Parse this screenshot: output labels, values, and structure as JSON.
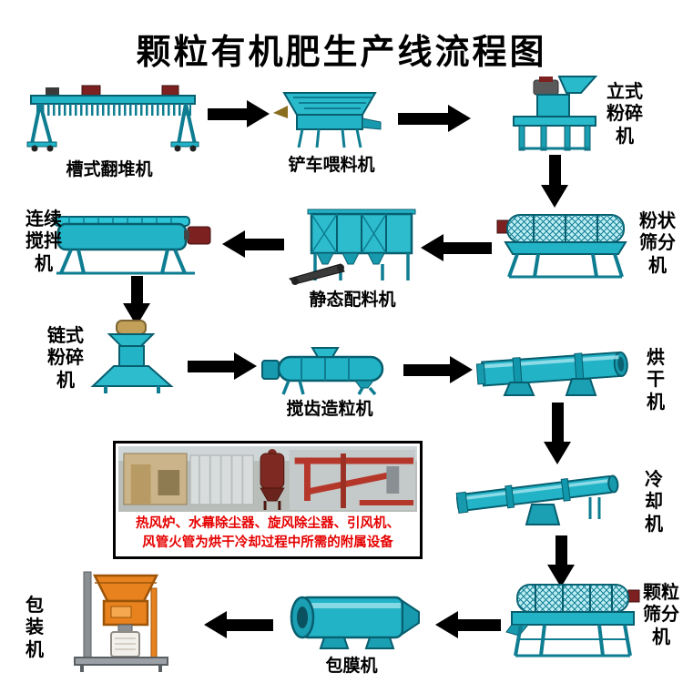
{
  "title": "颗粒有机肥生产线流程图",
  "labels": {
    "trough_turner": "槽式翻堆机",
    "loader_feeder": "铲车喂料机",
    "vertical_crusher": "立式粉碎机",
    "powder_screener": "粉状筛分机",
    "static_batcher": "静态配料机",
    "continuous_mixer": "连续搅拌机",
    "chain_crusher": "链式粉碎机",
    "tooth_granulator": "搅齿造粒机",
    "dryer": "烘干机",
    "cooler": "冷却机",
    "granule_screener": "颗粒筛分机",
    "coating_machine": "包膜机",
    "packing_machine": "包装机"
  },
  "note": {
    "line1": "热风炉、水幕除尘器、旋风除尘器、引风机、",
    "line2": "风管火管为烘干冷却过程中所需的附属设备"
  },
  "colors": {
    "machine_teal": "#22b3c7",
    "packer_orange": "#e8821e",
    "arrow_black": "#000000",
    "note_red": "#e60000",
    "background": "#ffffff"
  }
}
